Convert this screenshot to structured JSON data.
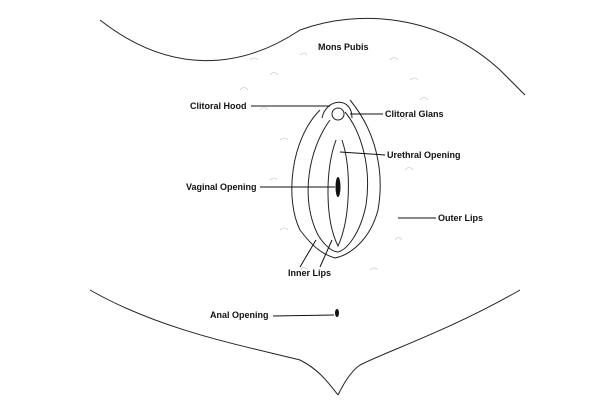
{
  "title": "Vulva anatomy diagram",
  "labels": {
    "mons_pubis": "Mons Pubis",
    "clitoral_hood": "Clitoral Hood",
    "clitoral_glans": "Clitoral Glans",
    "urethral_opening": "Urethral Opening",
    "vaginal_opening": "Vaginal Opening",
    "outer_lips": "Outer Lips",
    "inner_lips": "Inner Lips",
    "anal_opening": "Anal Opening"
  },
  "colors": {
    "line": "#222222",
    "text": "#111111",
    "background": "#ffffff"
  }
}
